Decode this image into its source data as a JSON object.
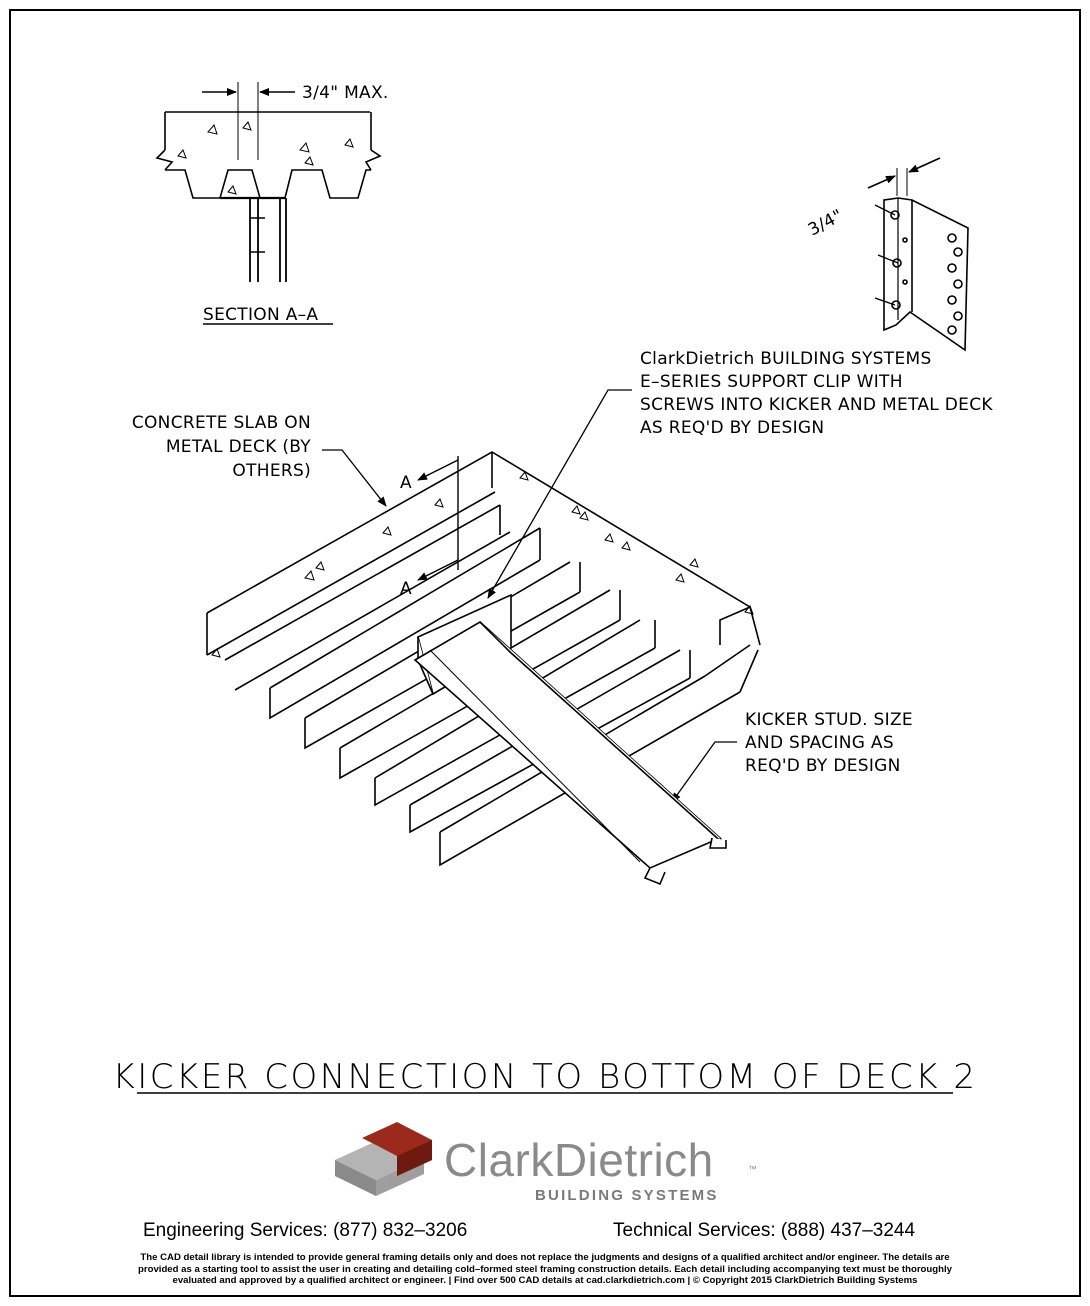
{
  "detail": {
    "section_label": "SECTION A–A",
    "gap_dimension": "3/4\" MAX.",
    "clip_dimension": "3/4\"",
    "callout_clip": [
      "ClarkDietrich BUILDING SYSTEMS",
      "E–SERIES SUPPORT CLIP WITH",
      "SCREWS INTO KICKER AND METAL DECK",
      "AS REQ'D BY DESIGN"
    ],
    "callout_slab": [
      "CONCRETE SLAB ON",
      "METAL DECK (BY",
      "OTHERS)"
    ],
    "callout_kicker": [
      "KICKER STUD. SIZE",
      "AND SPACING AS",
      "REQ'D BY DESIGN"
    ],
    "section_marker": "A",
    "title": "KICKER CONNECTION TO BOTTOM OF DECK 2"
  },
  "brand": {
    "name": "ClarkDietrich",
    "tm": "™",
    "subtitle": "BUILDING SYSTEMS",
    "colors": {
      "red": "#9b2a1c",
      "dark_red": "#6e1a10",
      "gray": "#8a8a8a",
      "light_gray": "#b4b4b4"
    }
  },
  "footer": {
    "engineering": "Engineering Services: (877) 832–3206",
    "technical": "Technical Services: (888) 437–3244",
    "disclaimer_1": "The CAD detail library is intended to provide general framing details only and does not replace the judgments and designs of a qualified architect and/or engineer. The details are",
    "disclaimer_2": "provided as a starting tool to assist the user in creating and detailing cold–formed steel framing construction details. Each detail including accompanying text must be thoroughly",
    "disclaimer_3": "evaluated and approved by a qualified architect or engineer.     |     Find over 500 CAD details at cad.clarkdietrich.com     |     © Copyright 2015 ClarkDietrich Building Systems"
  }
}
